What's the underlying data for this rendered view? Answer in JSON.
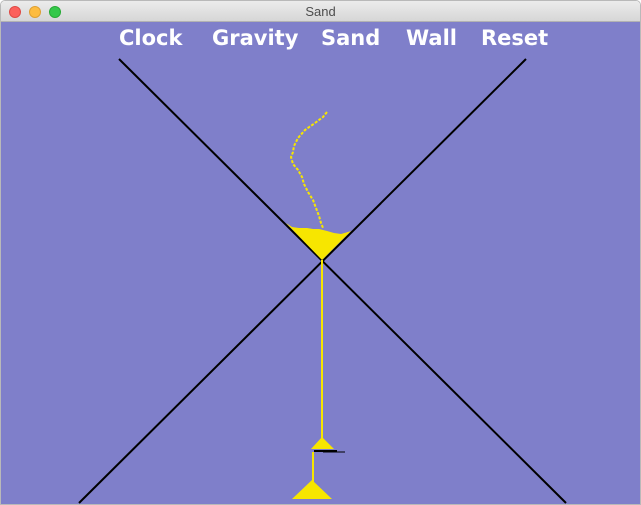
{
  "window": {
    "title": "Sand"
  },
  "menu": {
    "clock": "Clock",
    "gravity": "Gravity",
    "sand": "Sand",
    "wall": "Wall",
    "reset": "Reset"
  },
  "colors": {
    "background": "#7f7fca",
    "sand": "#f7e600",
    "wall": "#000000",
    "menu_text": "#ffffff"
  }
}
